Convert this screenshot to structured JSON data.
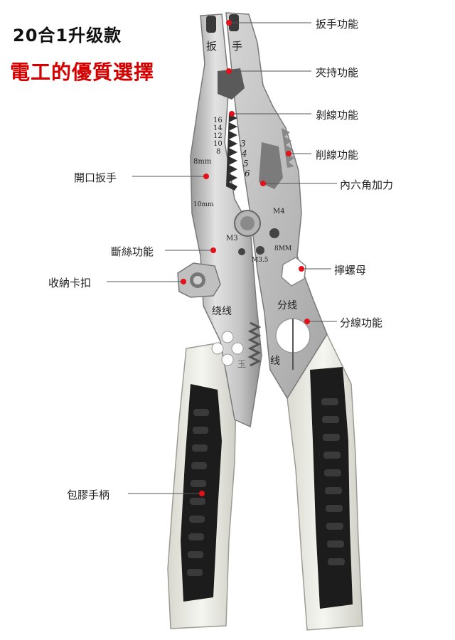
{
  "headline": {
    "line1": "20合1升级款",
    "line2": "電工的優質選擇"
  },
  "callouts": {
    "wrench": "扳手功能",
    "clamp": "夾持功能",
    "strip": "剝線功能",
    "cut": "削線功能",
    "hex": "內六角加力",
    "open_wrench": "開口扳手",
    "wire_break": "斷絲功能",
    "storage_clip": "收納卡扣",
    "nut": "擰螺母",
    "split": "分線功能",
    "grip": "包膠手柄"
  },
  "engraving": {
    "jaw_left": "扳",
    "jaw_right": "手",
    "gauge_left": [
      "16",
      "14",
      "12",
      "10",
      "8"
    ],
    "gauge_right": [
      "3",
      "4",
      "5",
      "6"
    ],
    "size_8mm": "8mm",
    "size_10mm": "10mm",
    "m4": "M4",
    "m3": "M3",
    "m8": "8MM",
    "m35": "M3.5",
    "wind": "绕线",
    "split_a": "分线",
    "split_b": "线",
    "jade": "玉"
  },
  "colors": {
    "headline_black": "#111111",
    "headline_red": "#d40000",
    "marker_red": "#e0121b",
    "steel": "#c9c9c9",
    "handle_white": "#f1f1ea",
    "handle_black": "#1c1c1c"
  }
}
